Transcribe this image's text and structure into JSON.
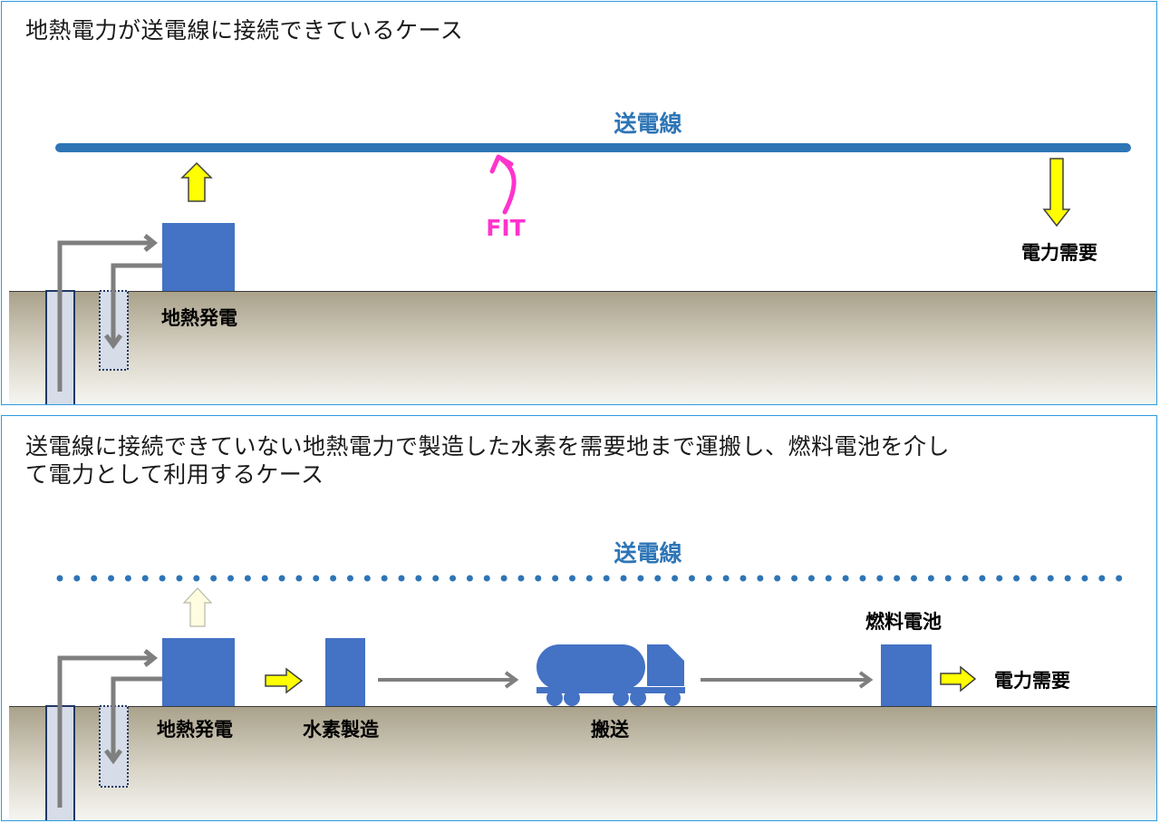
{
  "panel1": {
    "caption": "地熱電力が送電線に接続できているケース",
    "grid_label": "送電線",
    "fit_label": "FIT",
    "plant_label": "地熱発電",
    "demand_label": "電力需要"
  },
  "panel2": {
    "caption_line1": "送電線に接続できていない地熱電力で製造した水素を需要地まで運搬し、燃料電池を介し",
    "caption_line2": "て電力として利用するケース",
    "grid_label": "送電線",
    "plant_label": "地熱発電",
    "hydrogen_label": "水素製造",
    "transport_label": "搬送",
    "fuelcell_label": "燃料電池",
    "demand_label": "電力需要"
  },
  "colors": {
    "frame": "#2e9be0",
    "grid_line": "#2e75b6",
    "facility": "#4472c4",
    "fit": "#ff33cc",
    "arrow_yellow": "#ffff00",
    "arrow_faded": "#fffce0",
    "ground": "#a9a18a",
    "pipe": "#7f7f7f"
  }
}
